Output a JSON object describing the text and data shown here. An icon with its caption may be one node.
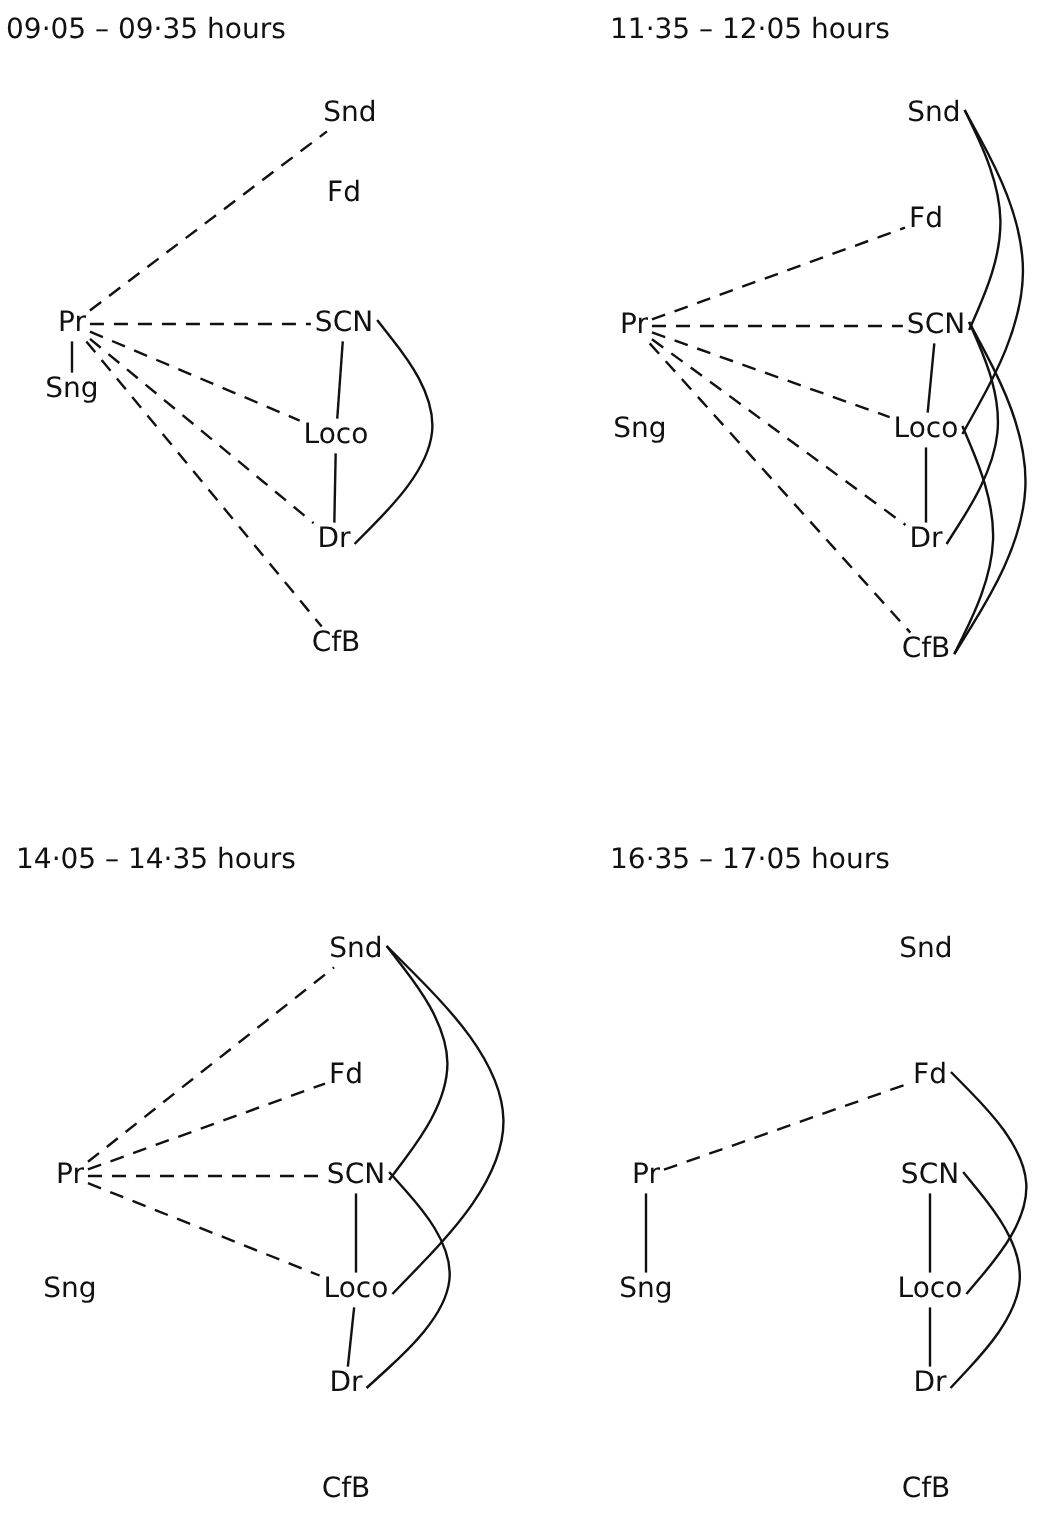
{
  "diagram": {
    "nodes": [
      {
        "text": [
          "Snd"
        ]
      },
      {
        "text": [
          "Fd"
        ]
      },
      {
        "text": [
          "Pr"
        ]
      },
      {
        "text": [
          "SCN"
        ]
      },
      {
        "text": [
          "Sng"
        ]
      },
      {
        "text": [
          "Loco"
        ]
      },
      {
        "text": [
          "Dr"
        ]
      },
      {
        "text": [
          "CfB"
        ]
      },
      {
        "text": [
          "Snd"
        ]
      },
      {
        "text": [
          "Fd"
        ]
      },
      {
        "text": [
          "Pr"
        ]
      },
      {
        "text": [
          "SCN"
        ]
      },
      {
        "text": [
          "Sng"
        ]
      },
      {
        "text": [
          "Loco"
        ]
      },
      {
        "text": [
          "Dr"
        ]
      },
      {
        "text": [
          "CfB"
        ]
      },
      {
        "text": [
          "Snd"
        ]
      },
      {
        "text": [
          "Fd"
        ]
      },
      {
        "text": [
          "Pr"
        ]
      },
      {
        "text": [
          "SCN"
        ]
      },
      {
        "text": [
          "Sng"
        ]
      },
      {
        "text": [
          "Loco"
        ]
      },
      {
        "text": [
          "Dr"
        ]
      },
      {
        "text": [
          "CfB"
        ]
      },
      {
        "text": [
          "Snd"
        ]
      },
      {
        "text": [
          "Fd"
        ]
      },
      {
        "text": [
          "Pr"
        ]
      },
      {
        "text": [
          "SCN"
        ]
      },
      {
        "text": [
          "Sng"
        ]
      },
      {
        "text": [
          "Loco"
        ]
      },
      {
        "text": [
          "Dr"
        ]
      },
      {
        "text": [
          "CfB"
        ]
      }
    ],
    "edges": [
      {
        "from": 2,
        "to": 0,
        "arrow": "none",
        "style": "dashed"
      },
      {
        "from": 2,
        "to": 3,
        "arrow": "none",
        "style": "dashed"
      },
      {
        "from": 2,
        "to": 5,
        "arrow": "none",
        "style": "dashed"
      },
      {
        "from": 2,
        "to": 6,
        "arrow": "none",
        "style": "dashed"
      },
      {
        "from": 2,
        "to": 7,
        "arrow": "none",
        "style": "dashed"
      },
      {
        "from": 2,
        "to": 4,
        "arrow": "none"
      },
      {
        "from": 3,
        "to": 5,
        "arrow": "none"
      },
      {
        "from": 5,
        "to": 6,
        "arrow": "none"
      },
      {
        "from": 3,
        "to": 6,
        "arrow": "none"
      },
      {
        "from": 10,
        "to": 9,
        "arrow": "none",
        "style": "dashed"
      },
      {
        "from": 10,
        "to": 11,
        "arrow": "none",
        "style": "dashed"
      },
      {
        "from": 10,
        "to": 13,
        "arrow": "none",
        "style": "dashed"
      },
      {
        "from": 10,
        "to": 14,
        "arrow": "none",
        "style": "dashed"
      },
      {
        "from": 10,
        "to": 15,
        "arrow": "none",
        "style": "dashed"
      },
      {
        "from": 11,
        "to": 13,
        "arrow": "none"
      },
      {
        "from": 13,
        "to": 14,
        "arrow": "none"
      },
      {
        "from": 8,
        "to": 11,
        "arrow": "none"
      },
      {
        "from": 8,
        "to": 13,
        "arrow": "none"
      },
      {
        "from": 11,
        "to": 14,
        "arrow": "none"
      },
      {
        "from": 11,
        "to": 15,
        "arrow": "none"
      },
      {
        "from": 13,
        "to": 15,
        "arrow": "none"
      },
      {
        "from": 18,
        "to": 16,
        "arrow": "none",
        "style": "dashed"
      },
      {
        "from": 18,
        "to": 17,
        "arrow": "none",
        "style": "dashed"
      },
      {
        "from": 18,
        "to": 19,
        "arrow": "none",
        "style": "dashed"
      },
      {
        "from": 18,
        "to": 21,
        "arrow": "none",
        "style": "dashed"
      },
      {
        "from": 19,
        "to": 21,
        "arrow": "none"
      },
      {
        "from": 21,
        "to": 22,
        "arrow": "none"
      },
      {
        "from": 16,
        "to": 19,
        "arrow": "none"
      },
      {
        "from": 16,
        "to": 21,
        "arrow": "none"
      },
      {
        "from": 19,
        "to": 22,
        "arrow": "none"
      },
      {
        "from": 26,
        "to": 25,
        "arrow": "none",
        "style": "dashed"
      },
      {
        "from": 26,
        "to": 28,
        "arrow": "none"
      },
      {
        "from": 27,
        "to": 29,
        "arrow": "none"
      },
      {
        "from": 29,
        "to": 30,
        "arrow": "none"
      },
      {
        "from": 25,
        "to": 29,
        "arrow": "none"
      },
      {
        "from": 27,
        "to": 30,
        "arrow": "none"
      }
    ],
    "labels": [
      "09·05 – 09·35 hours",
      "11·35 – 12·05 hours",
      "14·05 – 14·35 hours",
      "16·35 – 17·05 hours"
    ]
  }
}
